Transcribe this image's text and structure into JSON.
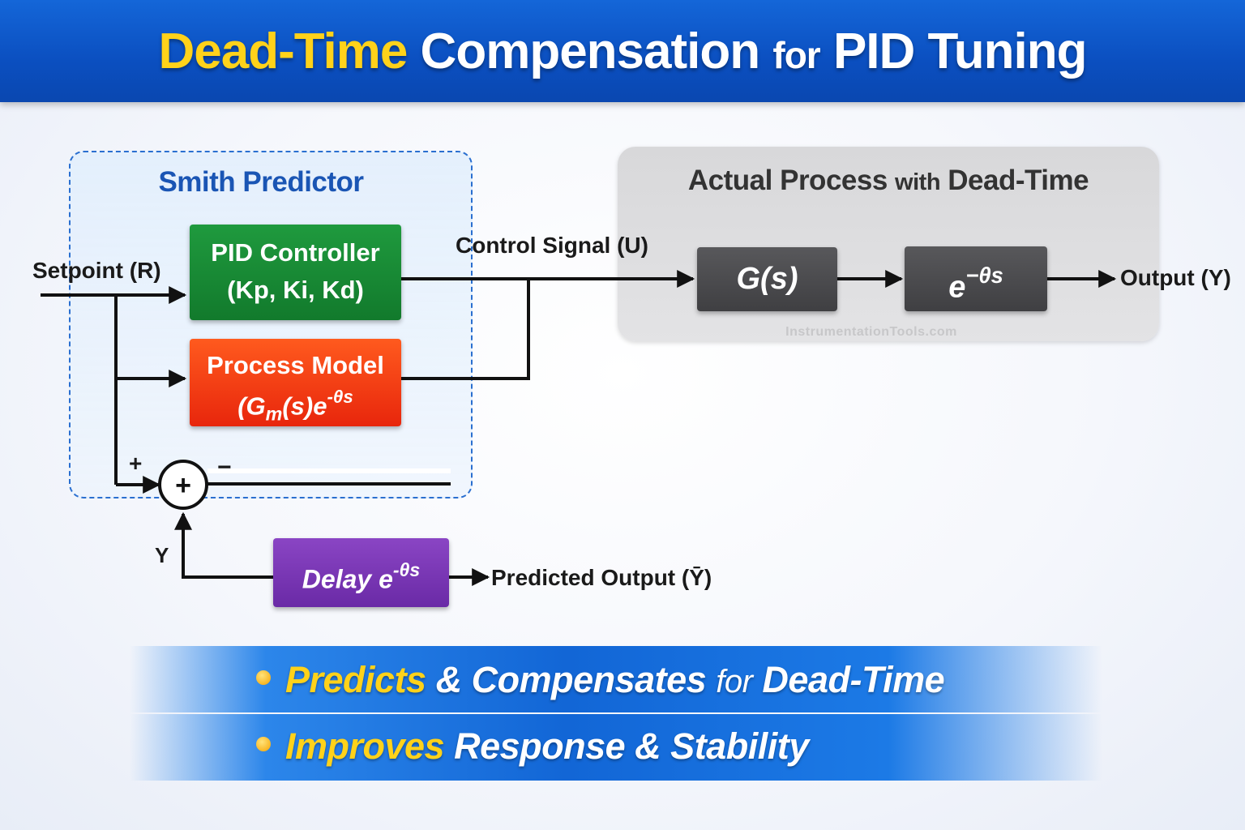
{
  "header": {
    "title_part1": "Dead-Time",
    "title_part2": "Compensation",
    "title_part3": "for",
    "title_part4": "PID Tuning"
  },
  "smith_predictor": {
    "title": "Smith Predictor",
    "pid_line1": "PID Controller",
    "pid_line2": "(Kp, Ki, Kd)",
    "model_line1": "Process Model",
    "model_expr_base": "(G",
    "model_expr_sub": "m",
    "model_expr_mid": "(s)",
    "model_expr_e": "e",
    "model_expr_exp": "-θs"
  },
  "actual_process": {
    "title_part1": "Actual Process",
    "title_part2": "with",
    "title_part3": "Dead-Time",
    "gs_block": "G(s)",
    "delay_base": "e",
    "delay_exp": "−θs",
    "watermark": "InstrumentationTools.com"
  },
  "signals": {
    "setpoint": "Setpoint (R)",
    "control_signal": "Control Signal (U)",
    "output": "Output (Y)",
    "predicted_output": "Predicted Output (Ȳ)",
    "feedback_y": "Y",
    "sum_symbol": "+",
    "plus_sign": "+",
    "minus_sign": "−"
  },
  "delay_block": {
    "label": "Delay",
    "base": "e",
    "exp": "-θs"
  },
  "benefits": {
    "line1_a": "Predicts",
    "line1_b": "& Compensates",
    "line1_c": "for",
    "line1_d": "Dead-Time",
    "line2_a": "Improves",
    "line2_b": "Response & Stability"
  },
  "colors": {
    "header_blue": "#0b4fc0",
    "title_yellow": "#ffd21a",
    "pid_green": "#1f9a3e",
    "model_orange": "#e8260c",
    "process_gray": "#4a4a4d",
    "delay_purple": "#7a36b6",
    "smith_blue": "#1a55b4"
  }
}
